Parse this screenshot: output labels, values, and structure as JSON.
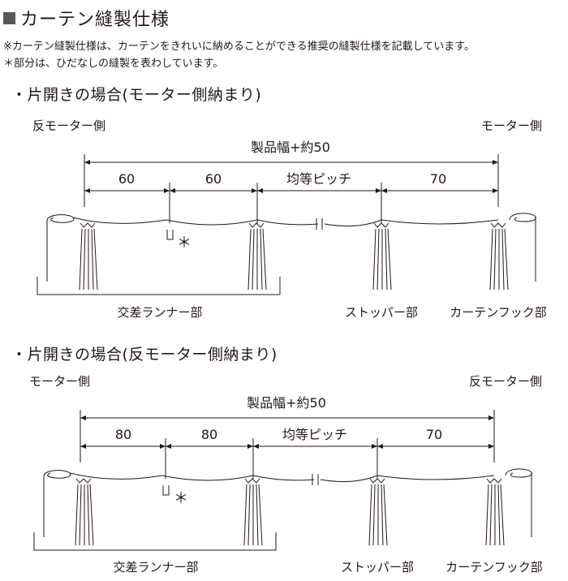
{
  "header": {
    "title": "カーテン縫製仕様",
    "note1": "※カーテン縫製仕様は、カーテンをきれいに納めることができる推奨の縫製仕様を記載しています。",
    "note2": "＊部分は、ひだなしの縫製を表わしています。"
  },
  "sections": [
    {
      "title": "・片開きの場合(モーター側納まり)",
      "left_side_label": "反モーター側",
      "right_side_label": "モーター側",
      "overall_label": "製品幅+約50",
      "segments": [
        "60",
        "60",
        "均等ピッチ",
        "70"
      ],
      "marker": "＊",
      "bottom_labels": [
        "交差ランナー部",
        "ストッパー部",
        "カーテンフック部"
      ]
    },
    {
      "title": "・片開きの場合(反モーター側納まり)",
      "left_side_label": "モーター側",
      "right_side_label": "反モーター側",
      "overall_label": "製品幅+約50",
      "segments": [
        "80",
        "80",
        "均等ピッチ",
        "70"
      ],
      "marker": "＊",
      "bottom_labels": [
        "交差ランナー部",
        "ストッパー部",
        "カーテンフック部"
      ]
    }
  ]
}
